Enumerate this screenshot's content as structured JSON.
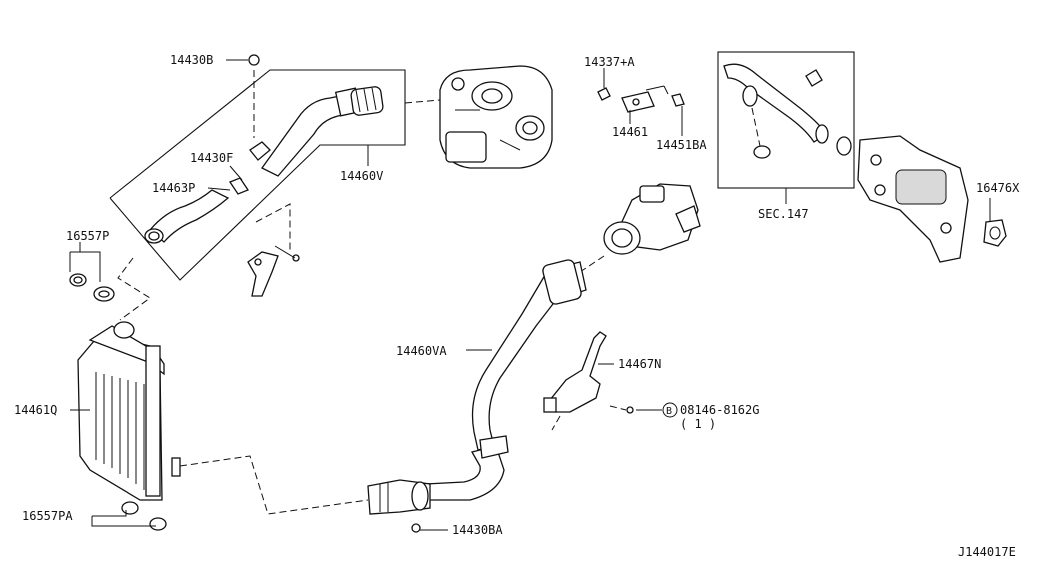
{
  "diagram_id": "J144017E",
  "labels": {
    "p14430B": "14430B",
    "p14430F": "14430F",
    "p14463P": "14463P",
    "p16557P": "16557P",
    "p14460V": "14460V",
    "p14337A": "14337+A",
    "p14461": "14461",
    "p14451BA": "14451BA",
    "sec147": "SEC.147",
    "p16476X": "16476X",
    "p14460VA": "14460VA",
    "p14467N": "14467N",
    "bolt": "08146-8162G",
    "bolt_qty": "( 1 )",
    "bolt_symbol": "B",
    "p14461Q": "14461Q",
    "p16557PA": "16557PA",
    "p14430BA": "14430BA"
  }
}
